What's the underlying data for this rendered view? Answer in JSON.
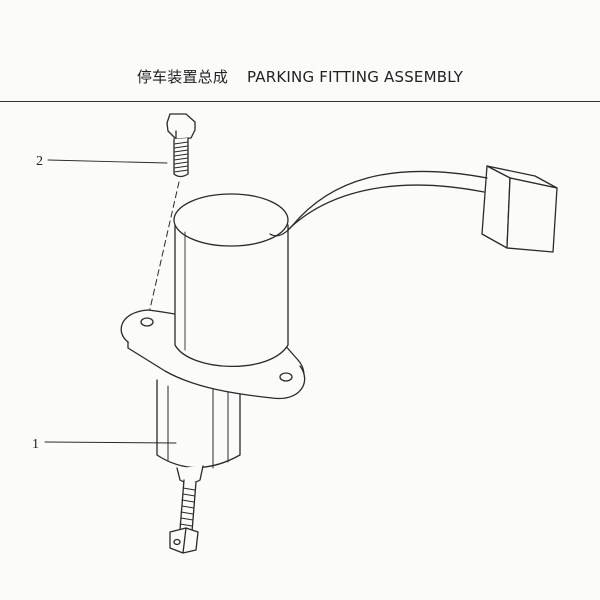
{
  "header": {
    "title_cn": "停车装置总成",
    "title_en": "PARKING FITTING ASSEMBLY"
  },
  "callouts": [
    {
      "id": "1",
      "label": "1"
    },
    {
      "id": "2",
      "label": "2"
    }
  ],
  "colors": {
    "line": "#2a2a2a",
    "paper": "#fbfbfa"
  }
}
